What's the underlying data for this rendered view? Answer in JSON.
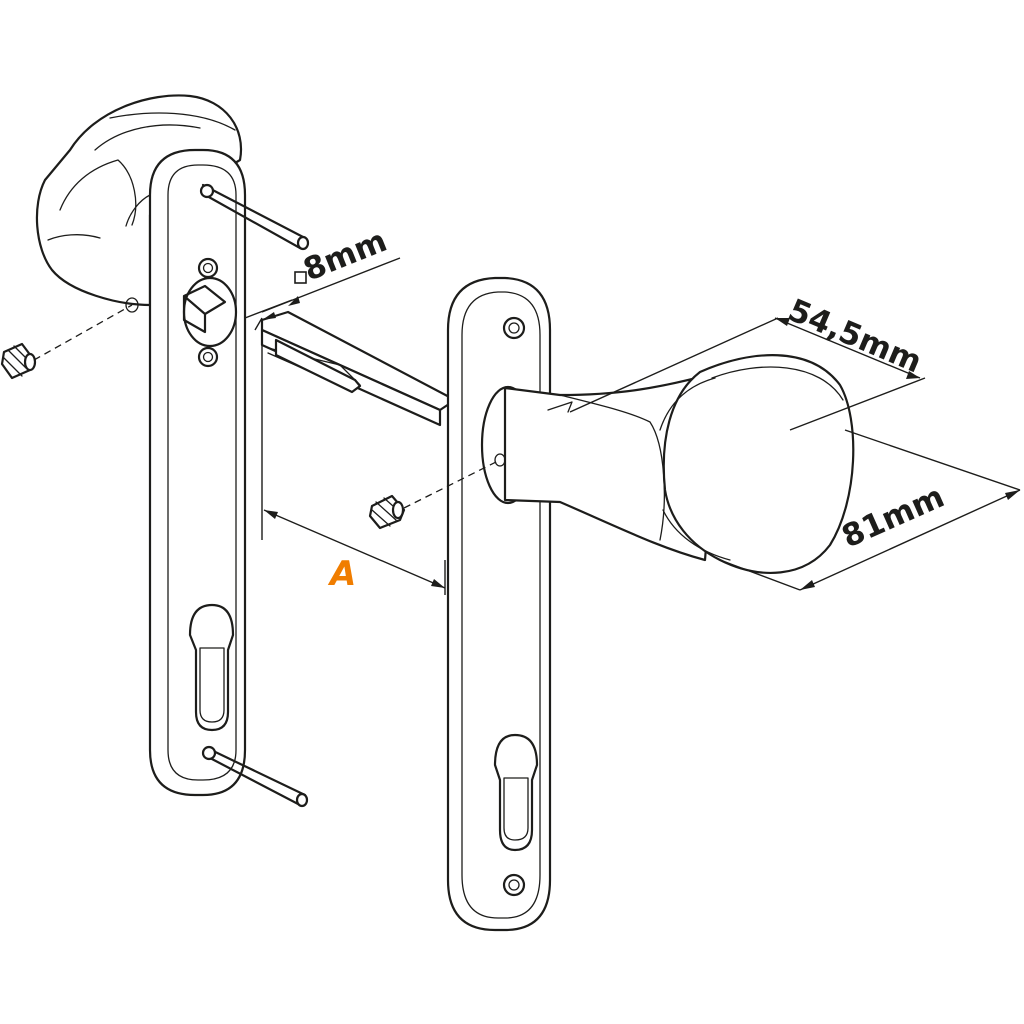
{
  "dimensions": {
    "spindle": "8mm",
    "handle_depth": "54,5mm",
    "handle_projection": "81mm",
    "door_thickness": "A"
  },
  "colors": {
    "line": "#1d1d1b",
    "accent": "#f07d00",
    "background": "#ffffff"
  }
}
